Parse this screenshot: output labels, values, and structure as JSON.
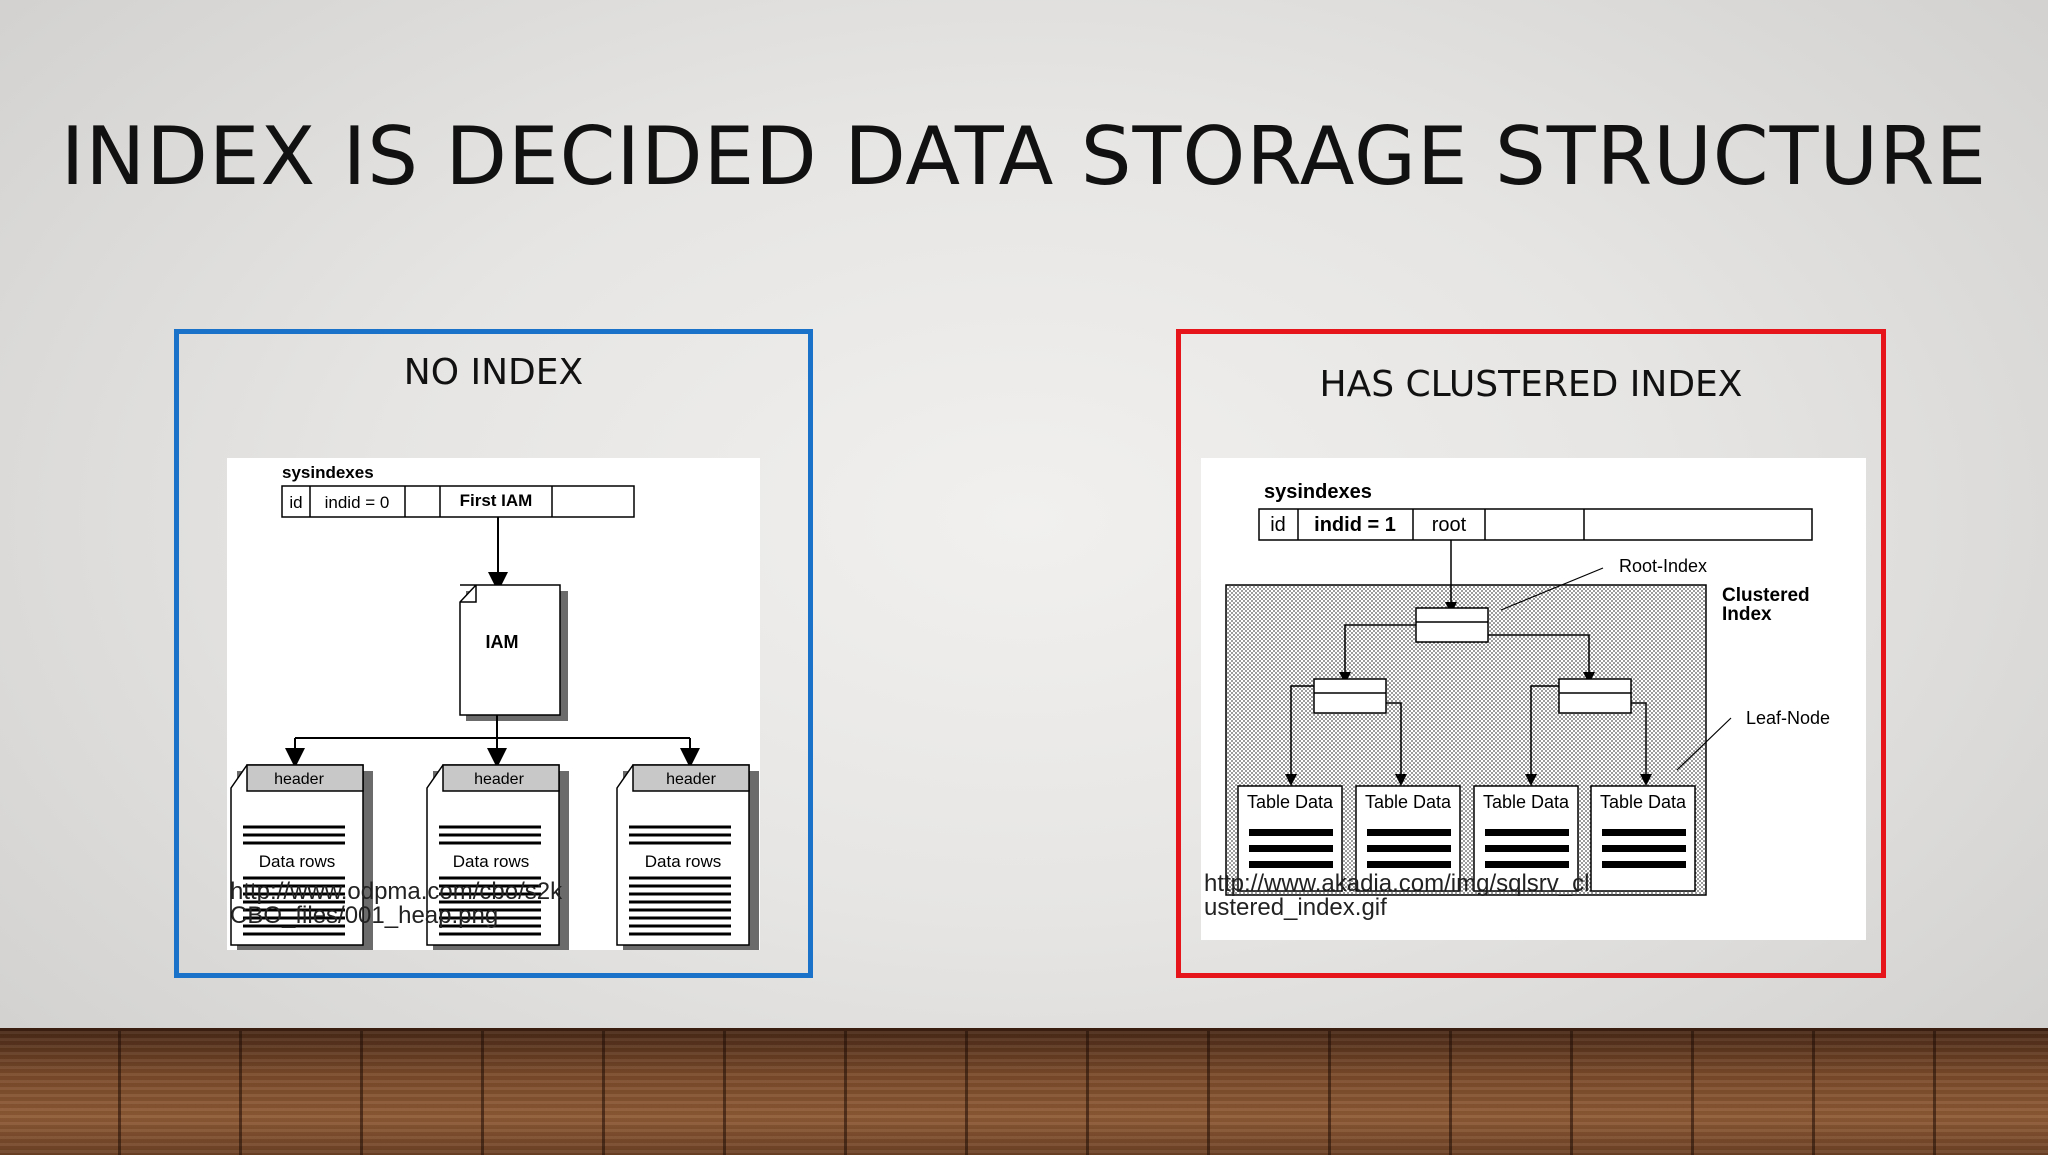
{
  "slide": {
    "title": "INDEX IS DECIDED DATA STORAGE STRUCTURE"
  },
  "left": {
    "title": "NO INDEX",
    "sysindexes_label": "sysindexes",
    "cells": [
      "id",
      "indid = 0",
      "",
      "First IAM",
      ""
    ],
    "iam_label": "IAM",
    "pages": [
      {
        "header": "header",
        "body": "Data rows"
      },
      {
        "header": "header",
        "body": "Data rows"
      },
      {
        "header": "header",
        "body": "Data rows"
      }
    ],
    "source_line1": "http://www.odpma.com/cbo/s2k",
    "source_line2": "CBO_files/001_heap.png"
  },
  "right": {
    "title": "HAS CLUSTERED INDEX",
    "sysindexes_label": "sysindexes",
    "cells": [
      "id",
      "indid = 1",
      "root",
      "",
      ""
    ],
    "root_index_label": "Root-Index",
    "clustered_label_1": "Clustered",
    "clustered_label_2": "Index",
    "leaf_node_label": "Leaf-Node",
    "table_data": [
      "Table Data",
      "Table Data",
      "Table Data",
      "Table Data"
    ],
    "source_line1": "http://www.akadia.com/img/sqlsrv_cl",
    "source_line2": "ustered_index.gif"
  },
  "colors": {
    "left_border": "#1a73c8",
    "right_border": "#e5151b"
  }
}
